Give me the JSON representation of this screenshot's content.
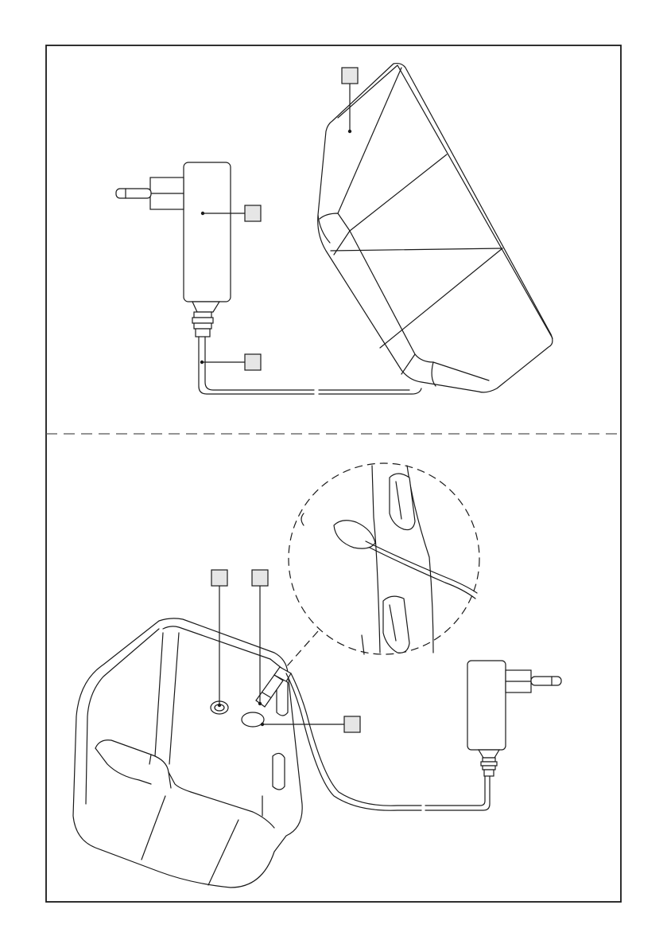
{
  "figure": {
    "panels": [
      "top-panel",
      "bottom-panel"
    ],
    "callouts": [
      {
        "id": "c1",
        "text": ""
      },
      {
        "id": "c2",
        "text": ""
      },
      {
        "id": "c3",
        "text": ""
      },
      {
        "id": "c4",
        "text": ""
      },
      {
        "id": "c5",
        "text": ""
      },
      {
        "id": "c6",
        "text": ""
      }
    ],
    "colors": {
      "line": "#1a1a1a",
      "callout_fill": "#e6e6e6",
      "divider": "#555555",
      "background": "#ffffff"
    }
  }
}
